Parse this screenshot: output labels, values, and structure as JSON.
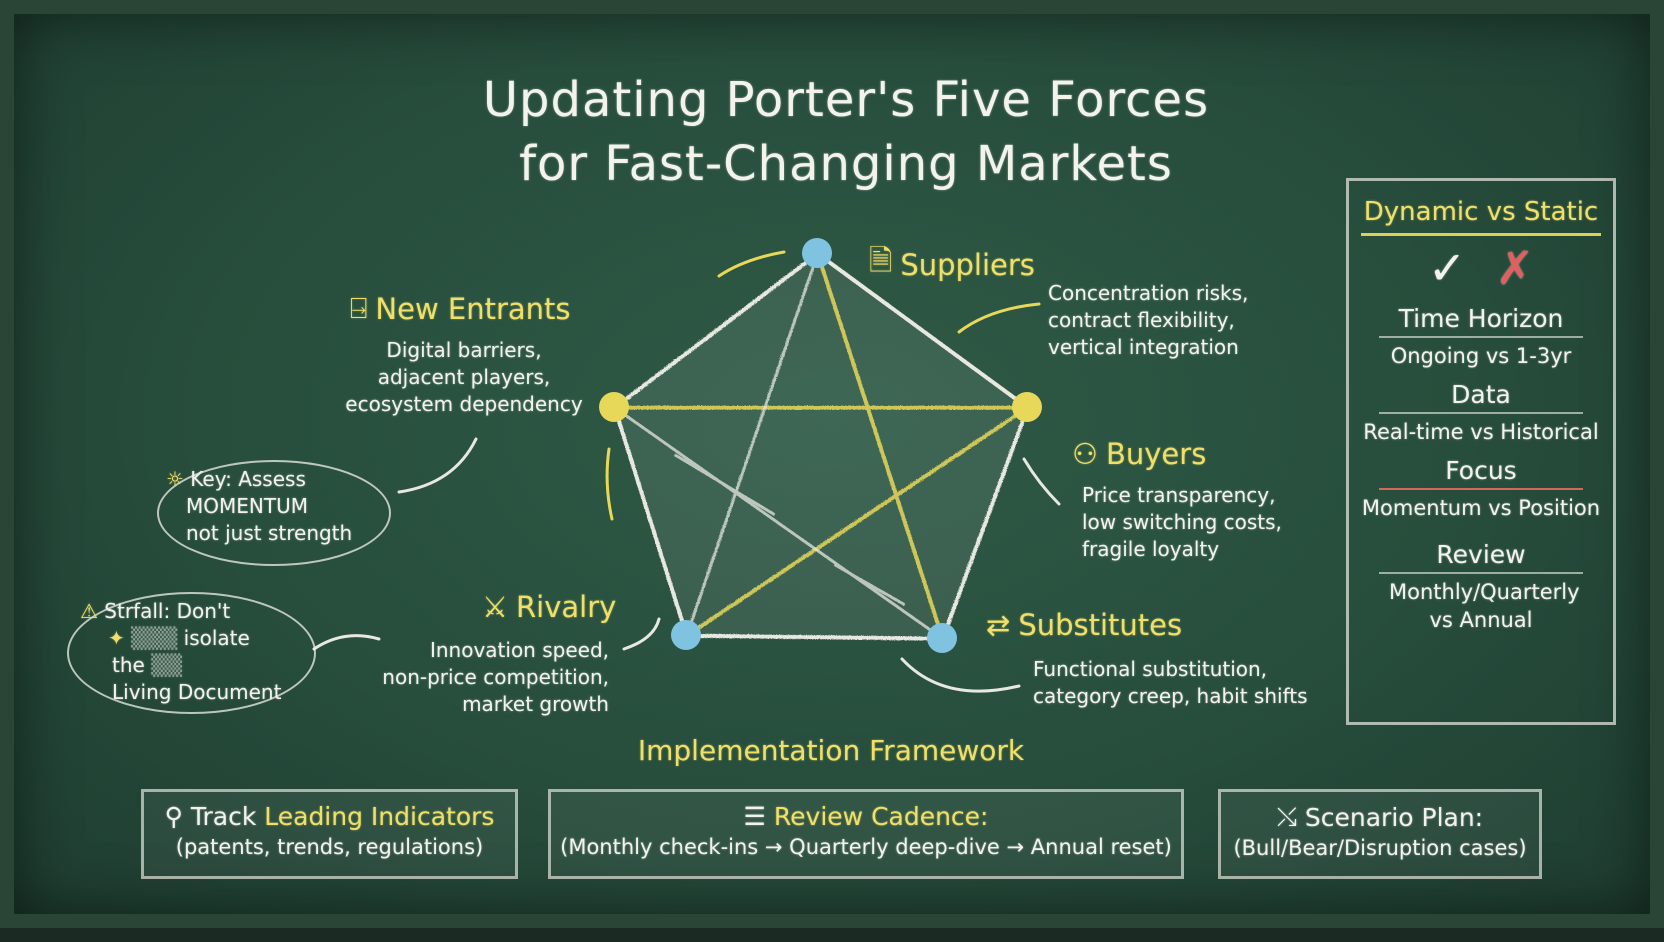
{
  "title": {
    "line1": "Updating Porter's Five Forces",
    "line2": "for Fast-Changing Markets"
  },
  "forces": {
    "suppliers": {
      "icon": "document-icon",
      "label": "Suppliers",
      "lines": [
        "Concentration risks,",
        "contract flexibility,",
        "vertical integration"
      ]
    },
    "new_entrants": {
      "icon": "door-icon",
      "label": "New Entrants",
      "lines": [
        "Digital barriers,",
        "adjacent players,",
        "ecosystem dependency"
      ]
    },
    "buyers": {
      "icon": "people-icon",
      "label": "Buyers",
      "lines": [
        "Price transparency,",
        "low switching costs,",
        "fragile loyalty"
      ]
    },
    "substitutes": {
      "icon": "swap-arrows-icon",
      "label": "Substitutes",
      "lines": [
        "Functional substitution,",
        "category creep, habit shifts"
      ]
    },
    "rivalry": {
      "icon": "competition-icon",
      "label": "Rivalry",
      "lines": [
        "Innovation speed,",
        "non-price competition,",
        "market growth"
      ]
    }
  },
  "key_note": {
    "icon": "lightbulb-icon",
    "lines": [
      "Key: Assess",
      "MOMENTUM",
      "not just strength"
    ]
  },
  "pitfall_note": {
    "icon": "warning-icon",
    "lines": [
      "Strfall: Don't",
      "isolate",
      "the",
      "Living Document"
    ]
  },
  "comparison": {
    "title": "Dynamic vs Static",
    "dynamic_icon": "check-icon",
    "static_icon": "cross-icon",
    "rows": [
      {
        "label": "Time Horizon",
        "value": "Ongoing vs 1-3yr"
      },
      {
        "label": "Data",
        "value": "Real-time vs Historical"
      },
      {
        "label": "Focus",
        "value": "Momentum vs Position"
      },
      {
        "label": "Review",
        "value": "Monthly/Quarterly vs Annual"
      }
    ]
  },
  "implementation": {
    "title": "Implementation Framework",
    "boxes": [
      {
        "icon": "search-icon",
        "label_a": "Track ",
        "label_b": "Leading Indicators",
        "sub": "(patents, trends, regulations)"
      },
      {
        "icon": "checklist-icon",
        "label_a": "",
        "label_b": "Review Cadence:",
        "sub": "(Monthly check-ins → Quarterly deep-dive → Annual reset)"
      },
      {
        "icon": "branch-icon",
        "label_a": "",
        "label_b": "Scenario Plan:",
        "sub": "(Bull/Bear/Disruption cases)"
      }
    ]
  },
  "colors": {
    "board": "#274d3c",
    "chalk": "#f3f3ec",
    "accent_yellow": "#f0e06a",
    "node_blue": "#7fc3e0",
    "node_yellow": "#e8d85a",
    "cross_red": "#e06060"
  }
}
